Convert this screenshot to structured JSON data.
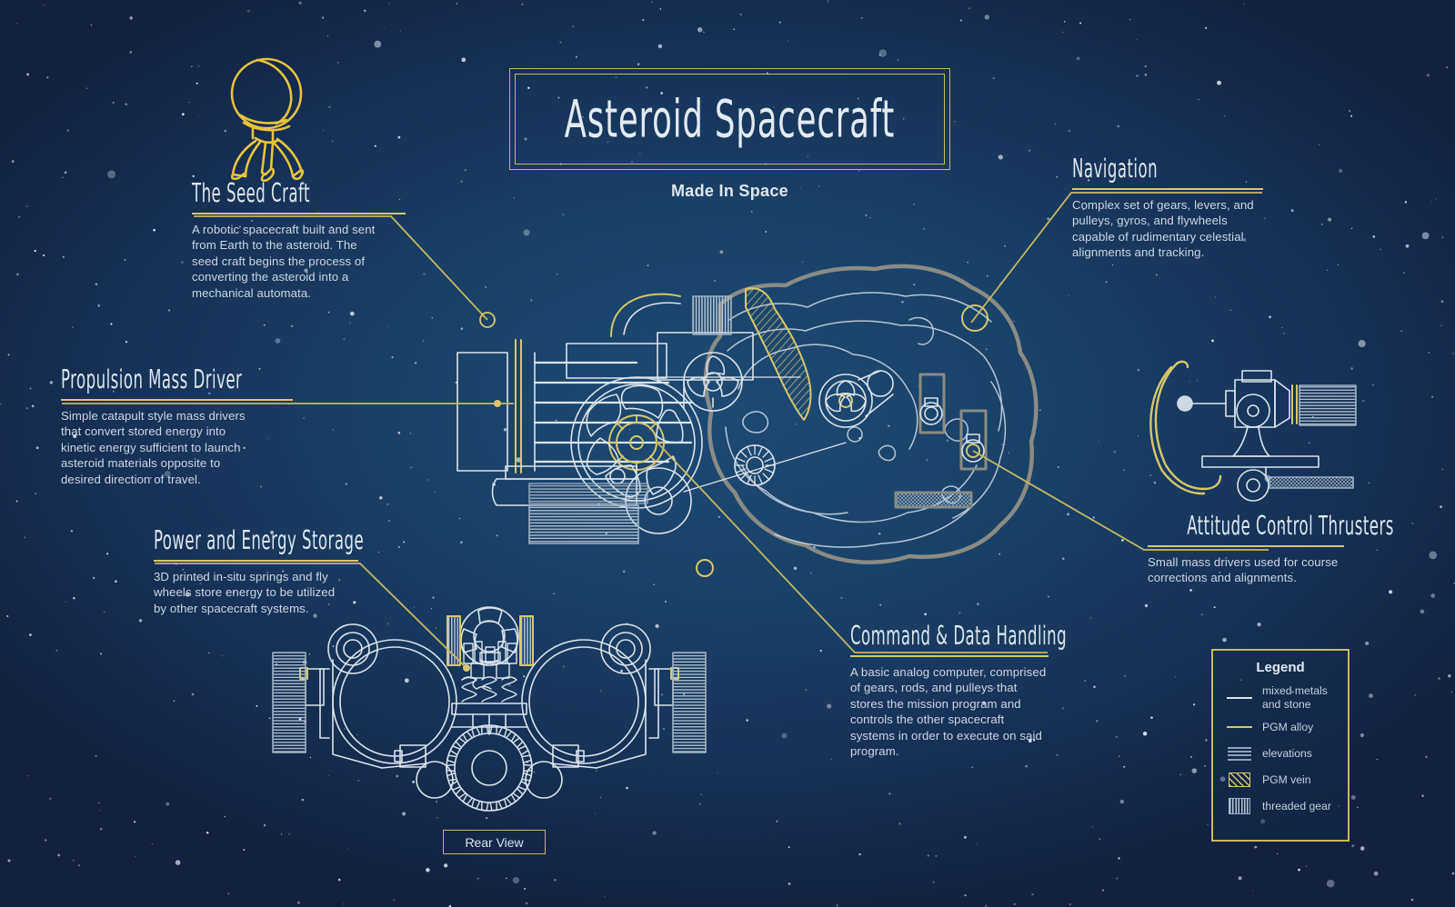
{
  "meta": {
    "title": "Asteroid Spacecraft",
    "subtitle": "Made In Space",
    "rear_view_label": "Rear View",
    "colors": {
      "background_outer": "#16264a",
      "background_inner": "#1c4a74",
      "gold": "#d8c76a",
      "line_white": "#dbe3ec",
      "stone_gray": "#8b8b84",
      "text": "#cdd7e4"
    }
  },
  "callouts": [
    {
      "id": "seed-craft",
      "heading": "The Seed Craft",
      "body": "A robotic spacecraft built and sent from Earth to the asteroid. The seed craft begins the process of converting the asteroid into a mechanical automata."
    },
    {
      "id": "propulsion-mass-driver",
      "heading": "Propulsion Mass Driver",
      "body": "Simple catapult style mass drivers that convert stored energy into kinetic energy sufficient to launch asteroid materials opposite to desired direction of travel."
    },
    {
      "id": "power-and-energy-storage",
      "heading": "Power and Energy Storage",
      "body": "3D printed in-situ springs and fly wheels store energy to be utilized by other spacecraft systems."
    },
    {
      "id": "navigation",
      "heading": "Navigation",
      "body": "Complex set of gears, levers, and pulleys, gyros, and flywheels capable of rudimentary celestial alignments and tracking."
    },
    {
      "id": "attitude-control-thrusters",
      "heading": "Attitude Control Thrusters",
      "body": "Small mass drivers used for course corrections and alignments."
    },
    {
      "id": "command-and-data-handling",
      "heading": "Command & Data Handling",
      "body": "A basic analog computer, comprised of gears, rods, and pulleys that stores the mission program and controls the other spacecraft systems in order to execute on said program."
    }
  ],
  "legend": {
    "title": "Legend",
    "items": [
      {
        "swatch": "solid-white-line",
        "label": "mixed metals and stone"
      },
      {
        "swatch": "solid-gold-line",
        "label": "PGM alloy"
      },
      {
        "swatch": "horizontal-lines",
        "label": "elevations"
      },
      {
        "swatch": "diagonal-hatch-box",
        "label": "PGM vein"
      },
      {
        "swatch": "vertical-lines-box",
        "label": "threaded gear"
      }
    ]
  }
}
